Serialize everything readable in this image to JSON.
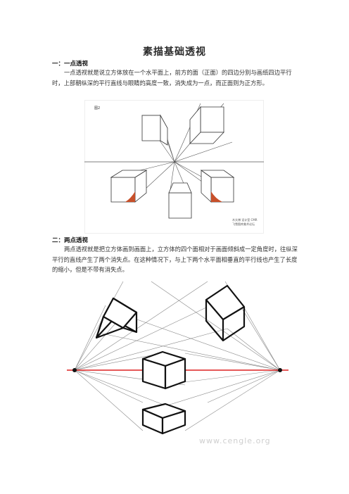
{
  "title": "素描基础透视",
  "section1": {
    "heading": "一：一点透视",
    "text": "一点透视就是说立方体放在一个水平面上，前方的面（正面）的四边分别与画纸四边平行时，上部朝纵深的平行直线与眼睛的高度一致，消失成为一点，而正面则为正方形。"
  },
  "figure1": {
    "label": "图2",
    "caption_line1": "木头博 设计室 CMR",
    "caption_line2": "飞雪图库美术论坛"
  },
  "section2": {
    "heading": "二：两点透视",
    "text": "两点透视就是把立方体画到画面上，立方体的四个面相对于画面倾斜成一定角度时，往纵深平行的直线产生了两个消失点。在这种情况下，与上下两个水平面相垂直的平行线也产生了长度的缩小，但是不带有消失点。"
  },
  "figure2": {
    "watermark": "www.cengle.org"
  }
}
